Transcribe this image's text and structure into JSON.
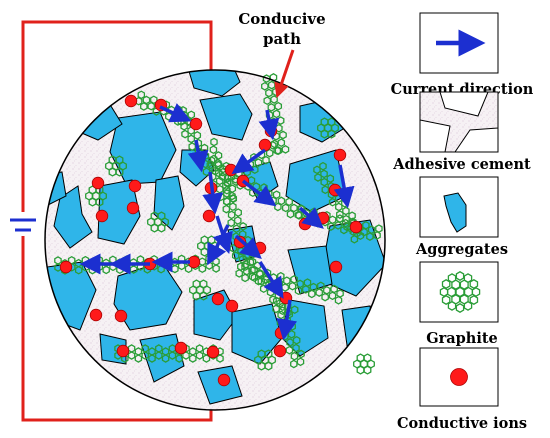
{
  "title": "",
  "annotation": {
    "line1": "Conducive",
    "line2": "path"
  },
  "legend": [
    {
      "label": "Current direction",
      "icon": "blue-arrow-icon"
    },
    {
      "label": "Adhesive cement",
      "icon": "cement-patch-icon"
    },
    {
      "label": "Aggregates",
      "icon": "aggregate-shape-icon"
    },
    {
      "label": "Graphite",
      "icon": "graphite-hexagon-icon"
    },
    {
      "label": "Conductive ions",
      "icon": "red-ion-icon"
    }
  ],
  "colors": {
    "circuit": "#e0211b",
    "aggregate": "#2fb5e9",
    "graphite": "#2a9d37",
    "ion": "#ff1a1a",
    "arrow": "#1c2fd0",
    "battery": "#1c2fd0",
    "cement": "#f4eef3"
  }
}
